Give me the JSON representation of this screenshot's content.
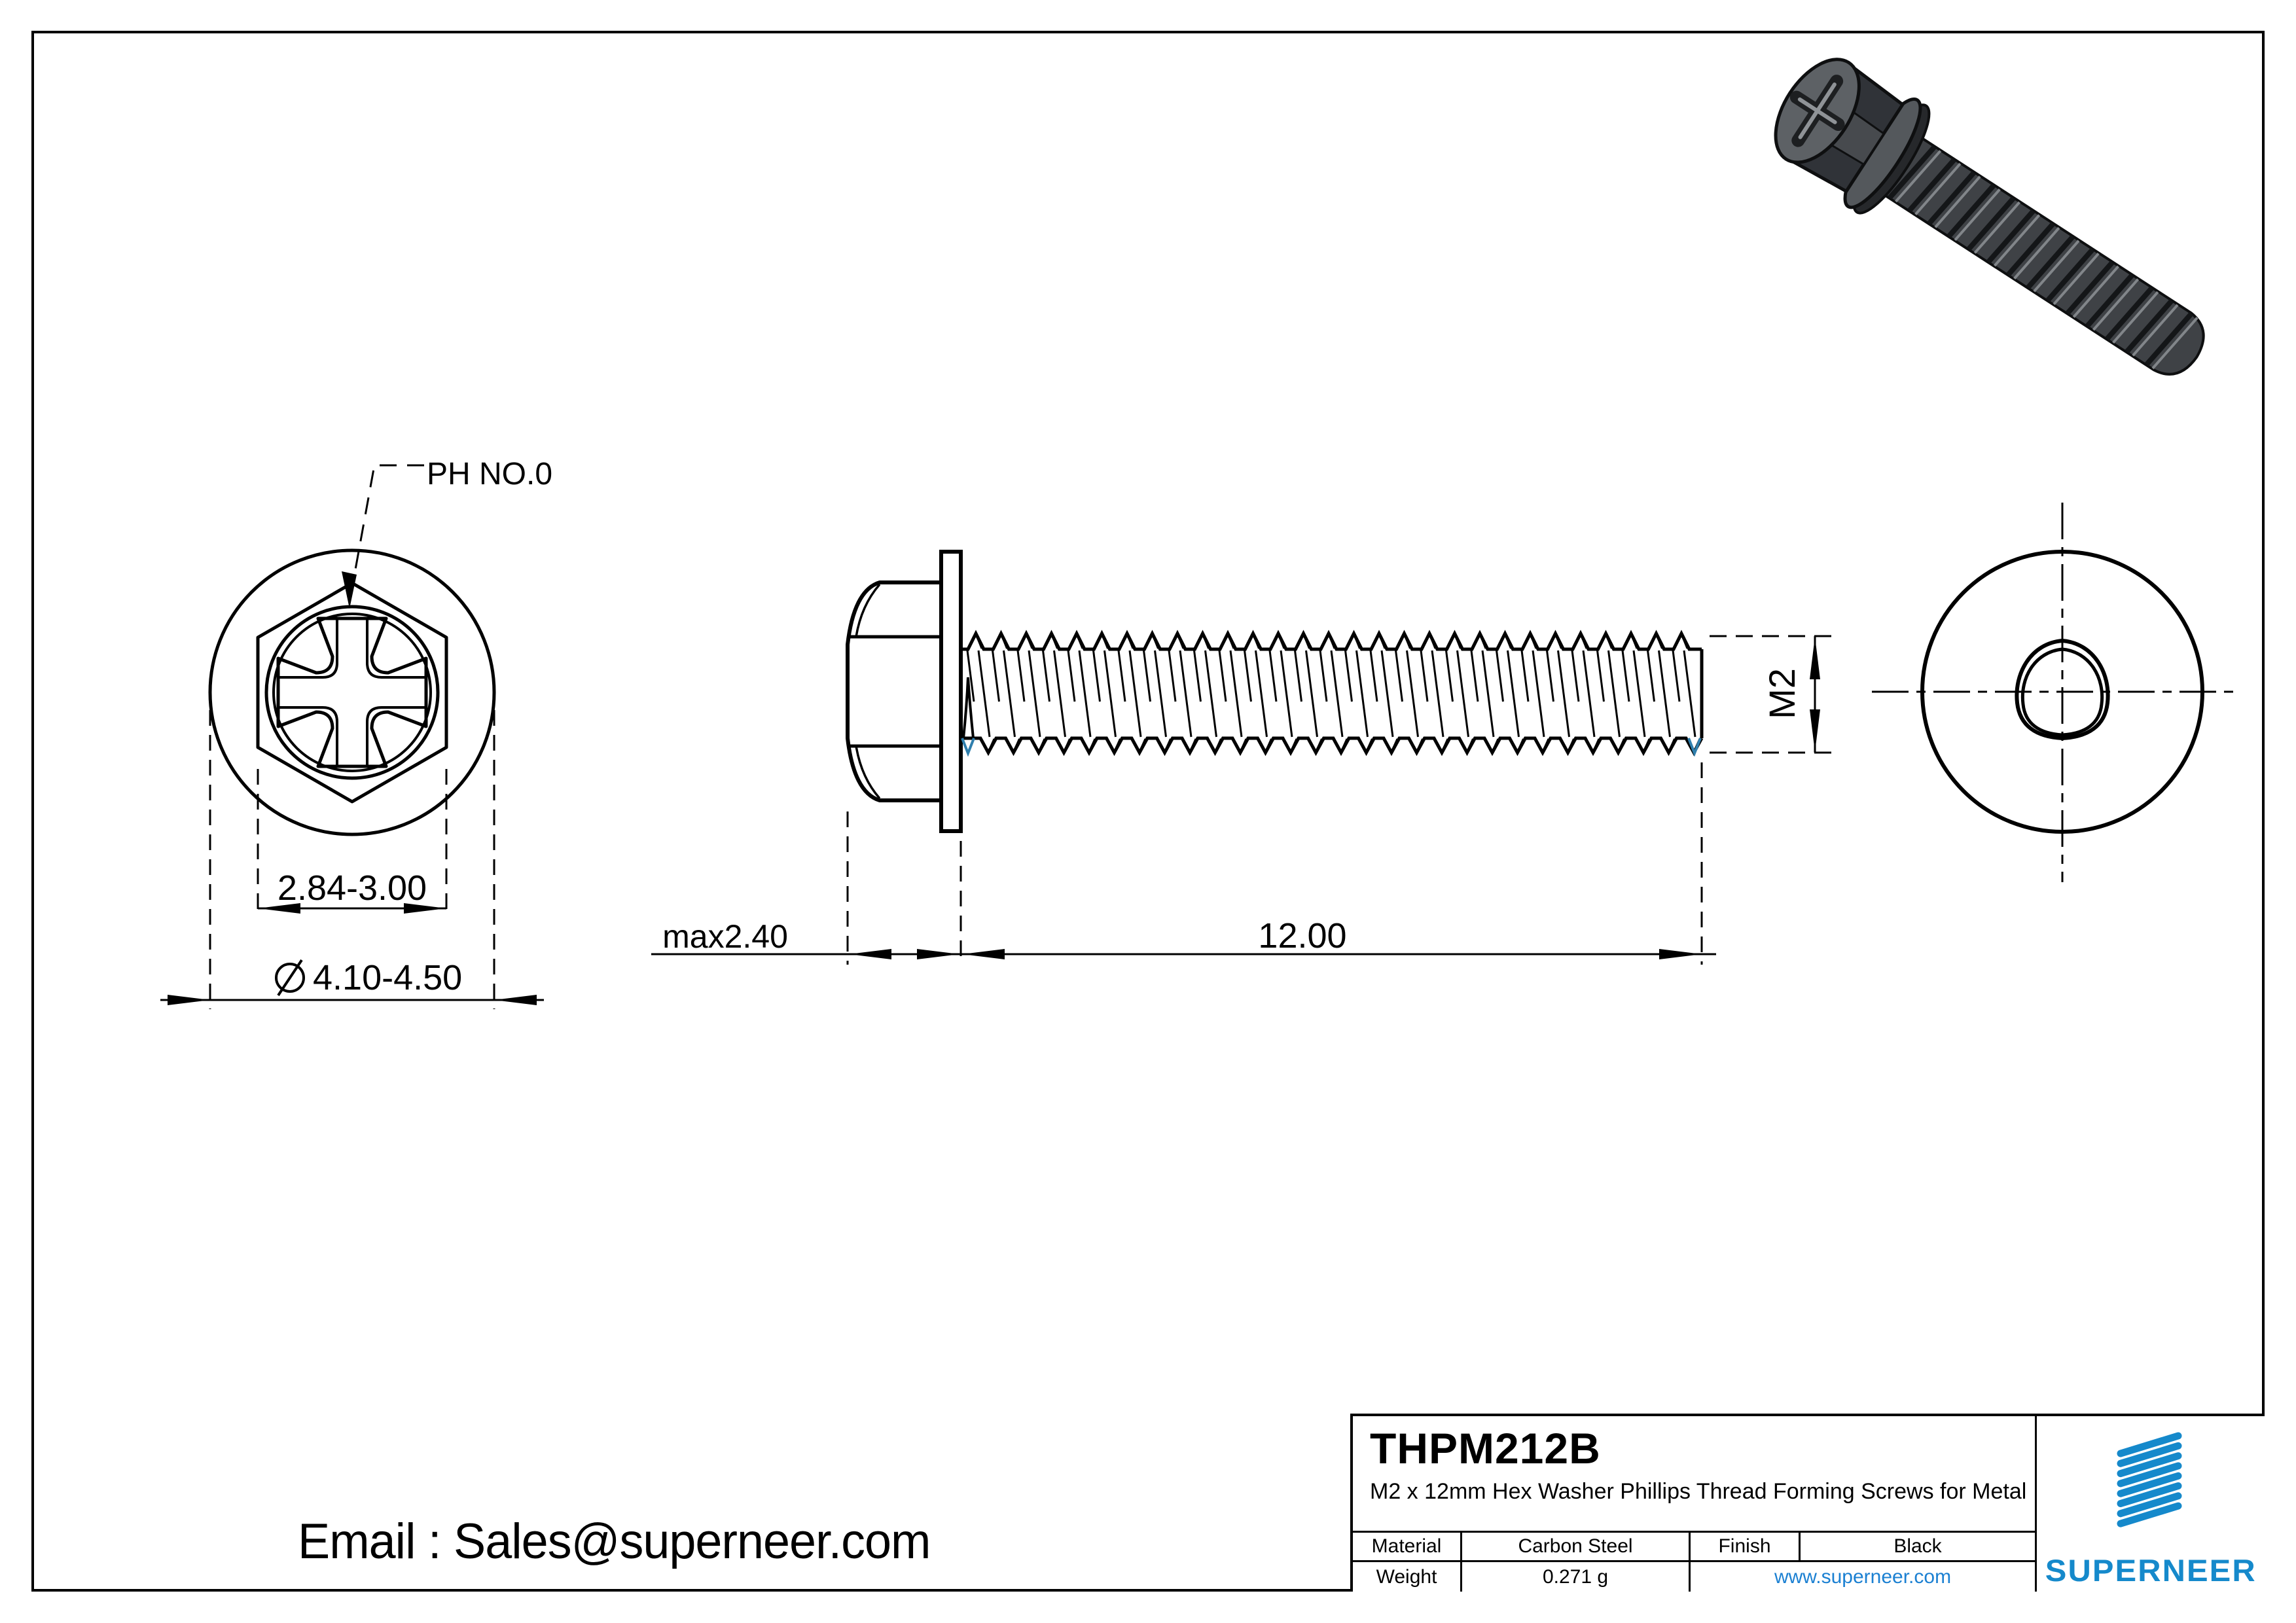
{
  "views": {
    "front": {
      "leader_label": "PH NO.0",
      "dim_across_flats": "2.84-3.00",
      "diameter_symbol": "⌀",
      "dim_washer_diameter": "4.10-4.50"
    },
    "side": {
      "dim_head_height": "max2.40",
      "dim_thread_length": "12.00",
      "dim_thread_size": "M2"
    }
  },
  "email_line": "Email : Sales@superneer.com",
  "title_block": {
    "part_number": "THPM212B",
    "description": "M2 x 12mm Hex Washer Phillips Thread Forming Screws for Metal",
    "material_label": "Material",
    "material_value": "Carbon Steel",
    "finish_label": "Finish",
    "finish_value": "Black",
    "weight_label": "Weight",
    "weight_value": "0.271 g",
    "website": "www.superneer.com",
    "brand": "SUPERNEER"
  },
  "colors": {
    "accent_blue": "#1589cb",
    "link_blue": "#1b80d2",
    "thread_root_teal": "#2f7fad"
  }
}
